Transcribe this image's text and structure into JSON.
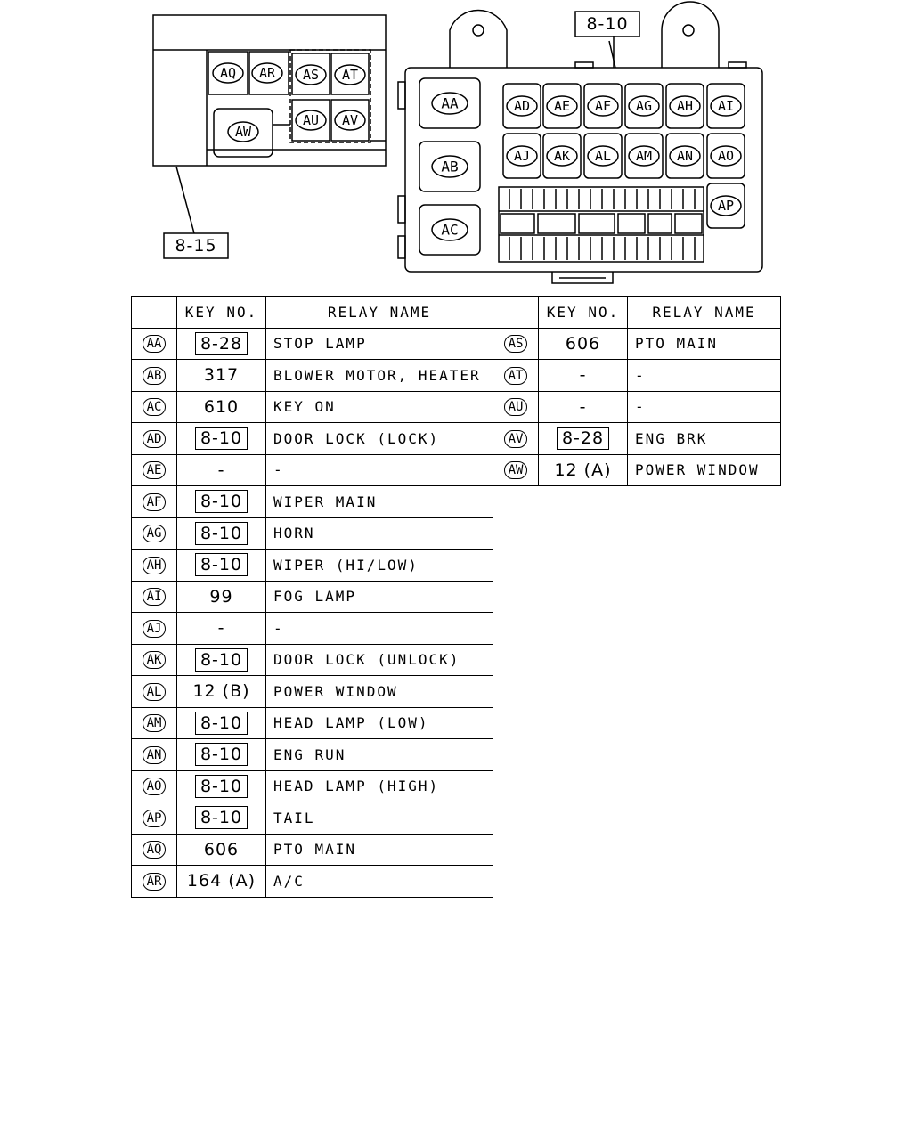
{
  "callouts": {
    "left_ref": "8-15",
    "right_ref": "8-10"
  },
  "diagram_labels": {
    "left_box": [
      "AQ",
      "AR",
      "AS",
      "AT",
      "AW",
      "AU",
      "AV"
    ],
    "large_relays": [
      "AA",
      "AB",
      "AC"
    ],
    "row1": [
      "AD",
      "AE",
      "AF",
      "AG",
      "AH",
      "AI"
    ],
    "row2": [
      "AJ",
      "AK",
      "AL",
      "AM",
      "AN",
      "AO"
    ],
    "side": "AP"
  },
  "headers": {
    "id": "",
    "key": "KEY NO.",
    "name": "RELAY NAME"
  },
  "left_table": [
    {
      "id": "AA",
      "key": "8-28",
      "boxed": true,
      "name": "STOP LAMP"
    },
    {
      "id": "AB",
      "key": "317",
      "boxed": false,
      "name": "BLOWER MOTOR, HEATER"
    },
    {
      "id": "AC",
      "key": "610",
      "boxed": false,
      "name": "KEY ON"
    },
    {
      "id": "AD",
      "key": "8-10",
      "boxed": true,
      "name": "DOOR LOCK (LOCK)"
    },
    {
      "id": "AE",
      "key": "-",
      "boxed": false,
      "name": "-"
    },
    {
      "id": "AF",
      "key": "8-10",
      "boxed": true,
      "name": "WIPER MAIN"
    },
    {
      "id": "AG",
      "key": "8-10",
      "boxed": true,
      "name": "HORN"
    },
    {
      "id": "AH",
      "key": "8-10",
      "boxed": true,
      "name": "WIPER (HI/LOW)"
    },
    {
      "id": "AI",
      "key": "99",
      "boxed": false,
      "name": "FOG LAMP"
    },
    {
      "id": "AJ",
      "key": "-",
      "boxed": false,
      "name": "-"
    },
    {
      "id": "AK",
      "key": "8-10",
      "boxed": true,
      "name": "DOOR LOCK (UNLOCK)"
    },
    {
      "id": "AL",
      "key": "12 (B)",
      "boxed": false,
      "name": "POWER WINDOW"
    },
    {
      "id": "AM",
      "key": "8-10",
      "boxed": true,
      "name": "HEAD LAMP (LOW)"
    },
    {
      "id": "AN",
      "key": "8-10",
      "boxed": true,
      "name": "ENG RUN"
    },
    {
      "id": "AO",
      "key": "8-10",
      "boxed": true,
      "name": "HEAD LAMP (HIGH)"
    },
    {
      "id": "AP",
      "key": "8-10",
      "boxed": true,
      "name": "TAIL"
    },
    {
      "id": "AQ",
      "key": "606",
      "boxed": false,
      "name": "PTO MAIN"
    },
    {
      "id": "AR",
      "key": "164 (A)",
      "boxed": false,
      "name": "A/C"
    }
  ],
  "right_table": [
    {
      "id": "AS",
      "key": "606",
      "boxed": false,
      "name": "PTO MAIN"
    },
    {
      "id": "AT",
      "key": "-",
      "boxed": false,
      "name": "-"
    },
    {
      "id": "AU",
      "key": "-",
      "boxed": false,
      "name": "-"
    },
    {
      "id": "AV",
      "key": "8-28",
      "boxed": true,
      "name": "ENG BRK"
    },
    {
      "id": "AW",
      "key": "12 (A)",
      "boxed": false,
      "name": "POWER WINDOW"
    }
  ]
}
